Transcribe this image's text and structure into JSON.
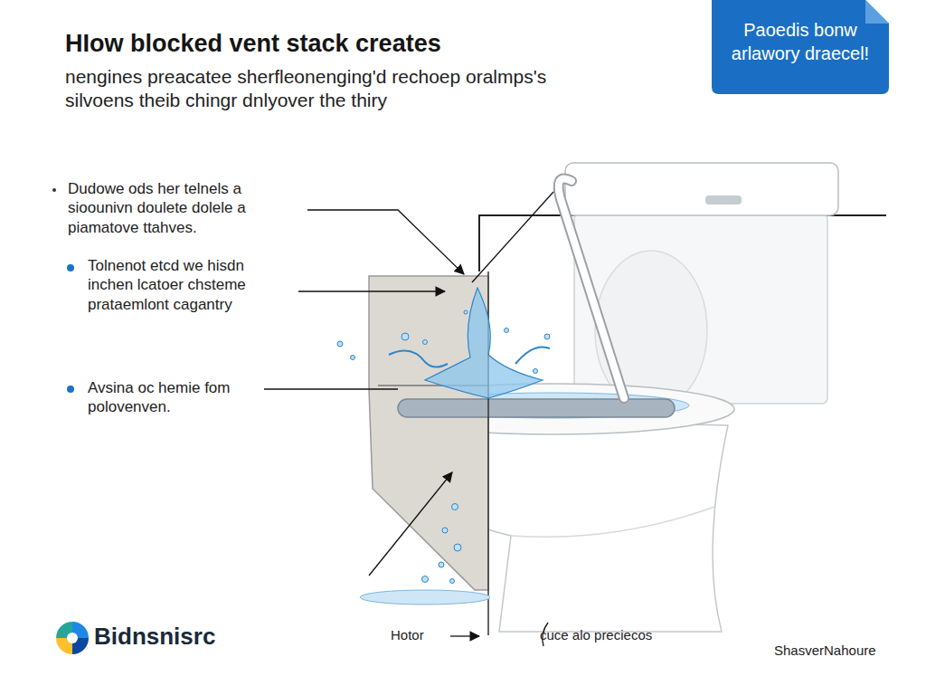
{
  "diagram": {
    "title": "HIow blocked vent stack creates",
    "nodes": [
      {
        "text": [
          "Paoedis bonw arlawory draecel!"
        ]
      }
    ],
    "labels": [
      "nengines preacatee sherfleonenging'd rechoep oralmps's silvoens theib chingr dnlyover the thiry",
      "Dudowe ods her telnels a sioounivn doulete dolele a piamatove ttahves.",
      "Tolnenot etcd we hisdn inchen lcatoer chsteme prataemlont cagantry",
      "Avsina oc hemie fom polovenven.",
      "Hotor",
      "cuce alo preciecos",
      "Bidnsnisrc",
      "ShasverNahoure"
    ]
  }
}
